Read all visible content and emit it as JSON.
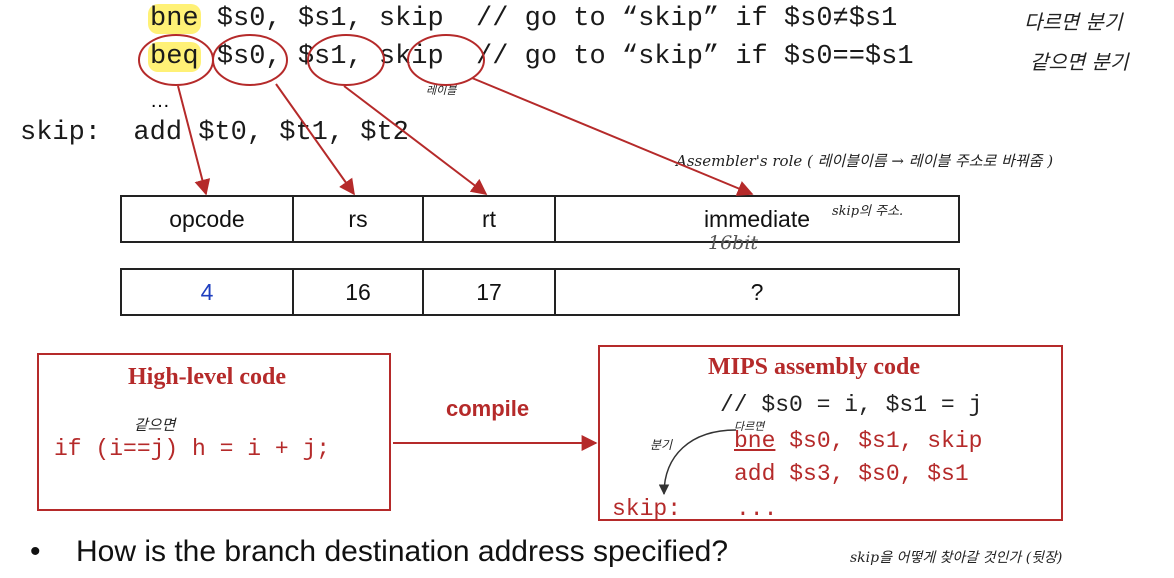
{
  "code": {
    "line1": {
      "op": "bne",
      "args": " $s0, $s1, skip",
      "comment": "  // go to “skip” if $s0≠$s1",
      "note": "다르면 분기"
    },
    "line2": {
      "op": "beq",
      "a1": "$s0",
      "a2": "$s1",
      "a3": "skip",
      "comment": "  // go to “skip” if $s0==$s1",
      "note": "같으면 분기",
      "label_note": "레이블"
    },
    "ellipsis": "…",
    "line3": {
      "label": "skip:",
      "op": "add",
      "a1": "$t0,",
      "a2": "$t1,",
      "a3": "$t2"
    }
  },
  "assembler_note": "Assembler's role ( 레이블이름 → 레이블 주소로 바꿔줌 )",
  "fields": {
    "headers": [
      "opcode",
      "rs",
      "rt",
      "immediate"
    ],
    "values": [
      "4",
      "16",
      "17",
      "?"
    ],
    "immediate_note": "skip의 주소.",
    "bits_note": "16bit"
  },
  "high_level": {
    "title": "High-level code",
    "code": "if (i==j) h = i + j;",
    "note": "같으면"
  },
  "compile_label": "compile",
  "mips": {
    "title": "MIPS assembly code",
    "comment": "// $s0 = i, $s1 = j",
    "line1_op": "bne",
    "line1_args": " $s0, $s1, skip",
    "line2": "add $s3, $s0, $s1",
    "label": "skip:",
    "dots": "...",
    "note_diff": "다르면",
    "note_branch": "분기"
  },
  "bullet": {
    "text": "How is the branch destination address specified?",
    "note": "skip을 어떻게 찾아갈 것인가 (뒷장)"
  },
  "colors": {
    "accent": "#b52a2a",
    "highlight": "#fff176",
    "value_blue": "#1f3fbf"
  }
}
